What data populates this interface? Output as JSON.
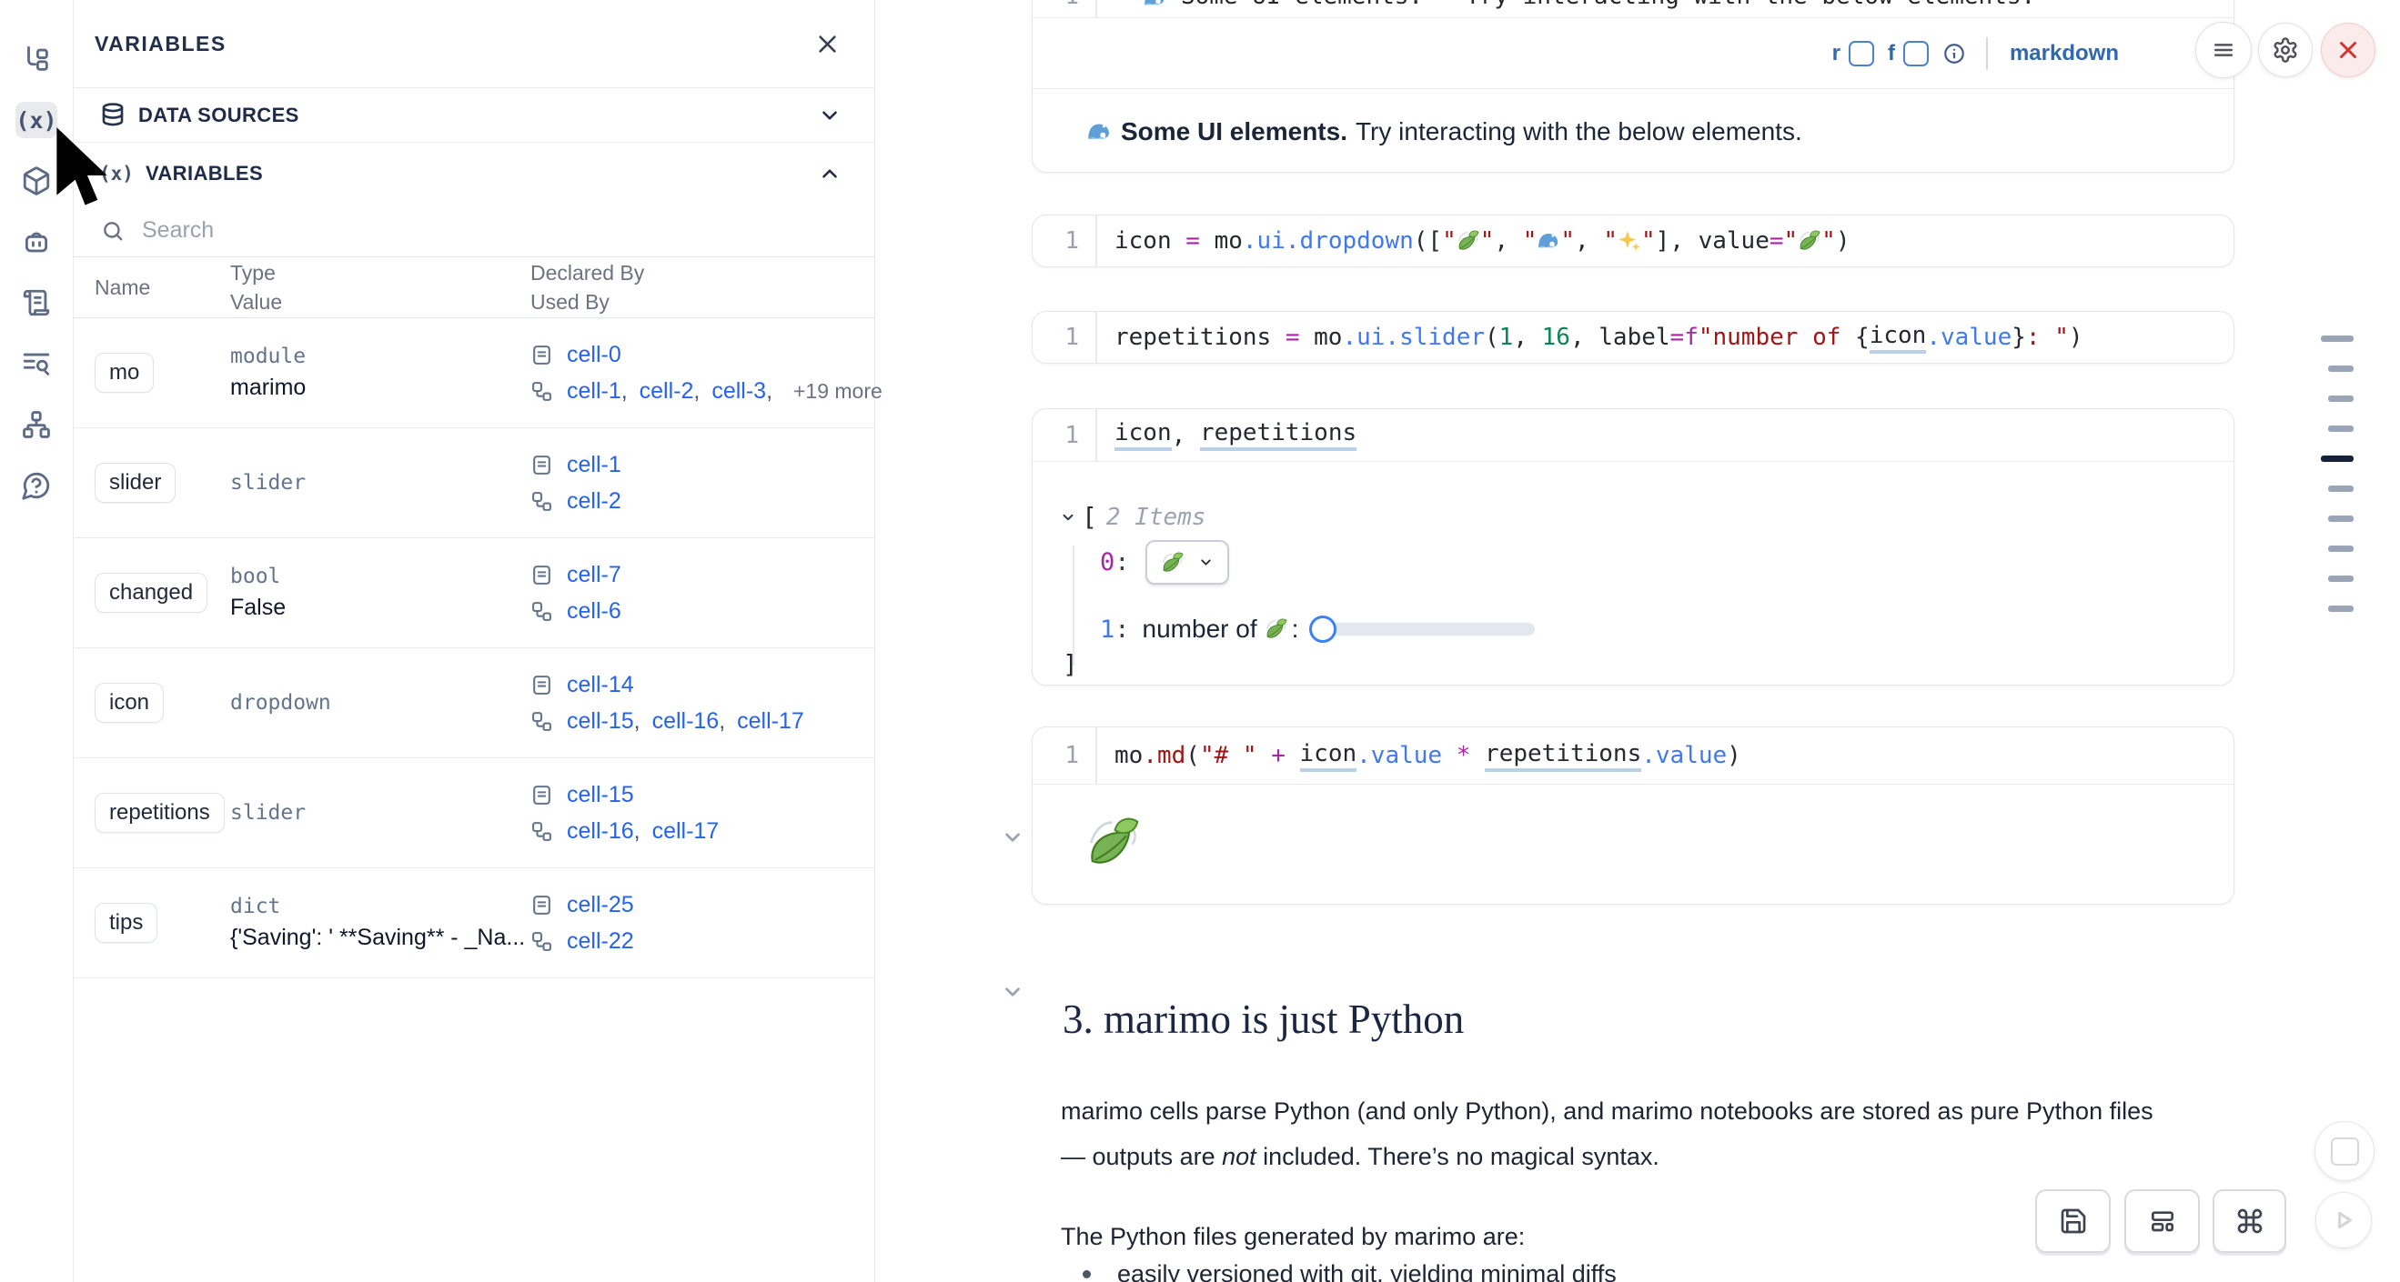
{
  "sidebar": {
    "items": [
      {
        "icon": "file-tree-icon"
      },
      {
        "icon": "variables-fx-icon",
        "selected": true
      },
      {
        "icon": "package-box-icon"
      },
      {
        "icon": "bot-icon"
      },
      {
        "icon": "scroll-icon"
      },
      {
        "icon": "text-search-icon"
      },
      {
        "icon": "dependency-graph-icon"
      },
      {
        "icon": "help-icon"
      }
    ]
  },
  "panel": {
    "title": "VARIABLES",
    "data_sources_label": "DATA SOURCES",
    "variables_label": "VARIABLES",
    "search_placeholder": "Search",
    "table": {
      "header": {
        "name": "Name",
        "type": "Type",
        "value": "Value",
        "declared": "Declared By",
        "used": "Used By"
      },
      "rows": [
        {
          "name": "mo",
          "type": "module",
          "value": "marimo",
          "declared": [
            "cell-0"
          ],
          "used": [
            "cell-1",
            "cell-2",
            "cell-3"
          ],
          "used_more": "+19 more"
        },
        {
          "name": "slider",
          "type": "slider",
          "value": "",
          "declared": [
            "cell-1"
          ],
          "used": [
            "cell-2"
          ]
        },
        {
          "name": "changed",
          "type": "bool",
          "value": "False",
          "declared": [
            "cell-7"
          ],
          "used": [
            "cell-6"
          ]
        },
        {
          "name": "icon",
          "type": "dropdown",
          "value": "",
          "declared": [
            "cell-14"
          ],
          "used": [
            "cell-15",
            "cell-16",
            "cell-17"
          ]
        },
        {
          "name": "repetitions",
          "type": "slider",
          "value": "",
          "declared": [
            "cell-15"
          ],
          "used": [
            "cell-16",
            "cell-17"
          ]
        },
        {
          "name": "tips",
          "type": "dict",
          "value": "{'Saving': ' **Saving** - _Na...",
          "declared": [
            "cell-25"
          ],
          "used": [
            "cell-22"
          ]
        }
      ]
    }
  },
  "notebook": {
    "md_cell": {
      "line": "1",
      "tokens": [
        [
          "v",
          "**"
        ],
        [
          "ew",
          ""
        ],
        [
          "v",
          " Some UI elements.** Try interacting with the below elements."
        ]
      ],
      "toolbar": {
        "r": "r",
        "f": "f",
        "lang": "markdown"
      },
      "output": {
        "bold": "Some UI elements.",
        "rest": "Try interacting with the below elements."
      }
    },
    "cell_dropdown": {
      "line": "1",
      "tokens": [
        [
          "v",
          "icon "
        ],
        [
          "o",
          "="
        ],
        [
          "v",
          " mo"
        ],
        [
          "p",
          ".ui.dropdown"
        ],
        [
          "v",
          "(["
        ],
        [
          "s",
          "\""
        ],
        [
          "el",
          ""
        ],
        [
          "s",
          "\""
        ],
        [
          "v",
          ", "
        ],
        [
          "s",
          "\""
        ],
        [
          "ew",
          ""
        ],
        [
          "s",
          "\""
        ],
        [
          "v",
          ", "
        ],
        [
          "s",
          "\""
        ],
        [
          "es",
          ""
        ],
        [
          "s",
          "\""
        ],
        [
          "v",
          "], value"
        ],
        [
          "o",
          "="
        ],
        [
          "s",
          "\""
        ],
        [
          "el",
          ""
        ],
        [
          "s",
          "\""
        ],
        [
          "v",
          ")"
        ]
      ]
    },
    "cell_slider": {
      "line": "1",
      "tokens": [
        [
          "v",
          "repetitions "
        ],
        [
          "o",
          "="
        ],
        [
          "v",
          " mo"
        ],
        [
          "p",
          ".ui.slider"
        ],
        [
          "v",
          "("
        ],
        [
          "n",
          "1"
        ],
        [
          "v",
          ", "
        ],
        [
          "n",
          "16"
        ],
        [
          "v",
          ", label"
        ],
        [
          "o",
          "="
        ],
        [
          "o",
          "f"
        ],
        [
          "s",
          "\"number of "
        ],
        [
          "v",
          "{"
        ],
        [
          "u",
          "icon"
        ],
        [
          "p",
          ".value"
        ],
        [
          "v",
          "}"
        ],
        [
          "s",
          ": \""
        ],
        [
          "v",
          ")"
        ]
      ]
    },
    "cell_combo": {
      "line": "1",
      "tokens": [
        [
          "u",
          "icon"
        ],
        [
          "v",
          ", "
        ],
        [
          "u",
          "repetitions"
        ]
      ],
      "output": {
        "bracket_open": "[",
        "count": "2 Items",
        "idx0": "0",
        "idx1": "1",
        "colon": ":",
        "slider_label": "number of",
        "bracket_close": "]"
      }
    },
    "cell_md_call": {
      "line": "1",
      "tokens": [
        [
          "v",
          "mo"
        ],
        [
          "s",
          ".md"
        ],
        [
          "v",
          "("
        ],
        [
          "s",
          "\"# \""
        ],
        [
          "v",
          " "
        ],
        [
          "o",
          "+"
        ],
        [
          "v",
          " "
        ],
        [
          "u",
          "icon"
        ],
        [
          "p",
          ".value"
        ],
        [
          "v",
          " "
        ],
        [
          "o",
          "*"
        ],
        [
          "v",
          " "
        ],
        [
          "u",
          "repetitions"
        ],
        [
          "p",
          ".value"
        ],
        [
          "v",
          ")"
        ]
      ]
    },
    "heading": "3. marimo is just Python",
    "para1_line1": "marimo cells parse Python (and only Python), and marimo notebooks are stored as pure Python files",
    "para1_line2_pre": "— outputs are ",
    "para1_line2_em": "not",
    "para1_line2_post": " included. There’s no magical syntax.",
    "para2": "The Python files generated by marimo are:",
    "bullet1": "easily versioned with git, yielding minimal diffs"
  },
  "minimap": {
    "dashes": [
      {
        "w": 36,
        "active": false
      },
      {
        "w": 28,
        "active": false
      },
      {
        "w": 28,
        "active": false
      },
      {
        "w": 28,
        "active": false
      },
      {
        "w": 36,
        "active": true
      },
      {
        "w": 28,
        "active": false
      },
      {
        "w": 28,
        "active": false
      },
      {
        "w": 28,
        "active": false
      },
      {
        "w": 28,
        "active": false
      },
      {
        "w": 28,
        "active": false
      }
    ]
  },
  "colors": {
    "link_blue": "#2563eb",
    "markdown_label_blue": "#3068ad",
    "close_red": "#d63333",
    "slider_accent": "#3b82f6",
    "code_operator": "#a626a4",
    "code_property": "#4078f2",
    "code_string": "#a31515",
    "code_number": "#098658",
    "active_dash": "#16213a"
  }
}
